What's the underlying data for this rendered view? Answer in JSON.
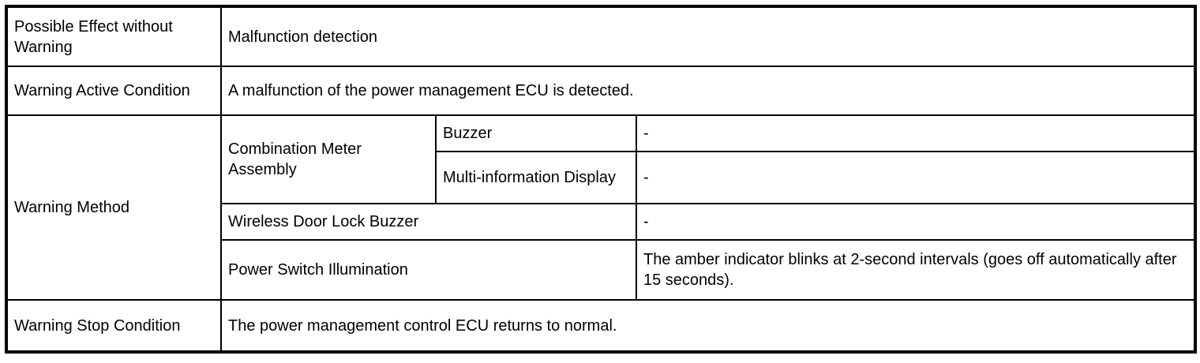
{
  "table": {
    "rows": {
      "possible_effect": {
        "label": "Possible Effect without Warning",
        "value": "Malfunction detection"
      },
      "warning_active": {
        "label": "Warning Active Condition",
        "value": "A malfunction of the power management ECU is detected."
      },
      "warning_method": {
        "label": "Warning Method",
        "items": {
          "combination_meter": {
            "label": "Combination Meter Assembly",
            "sub_items": {
              "buzzer": {
                "label": "Buzzer",
                "value": "-"
              },
              "multi_information_display": {
                "label": "Multi-information Display",
                "value": "-"
              }
            }
          },
          "wireless_door_lock_buzzer": {
            "label": "Wireless Door Lock Buzzer",
            "value": "-"
          },
          "power_switch_illumination": {
            "label": "Power Switch Illumination",
            "value": "The amber indicator blinks at 2-second intervals (goes off automatically after 15 seconds)."
          }
        }
      },
      "warning_stop": {
        "label": "Warning Stop Condition",
        "value": "The power management control ECU returns to normal."
      }
    }
  }
}
